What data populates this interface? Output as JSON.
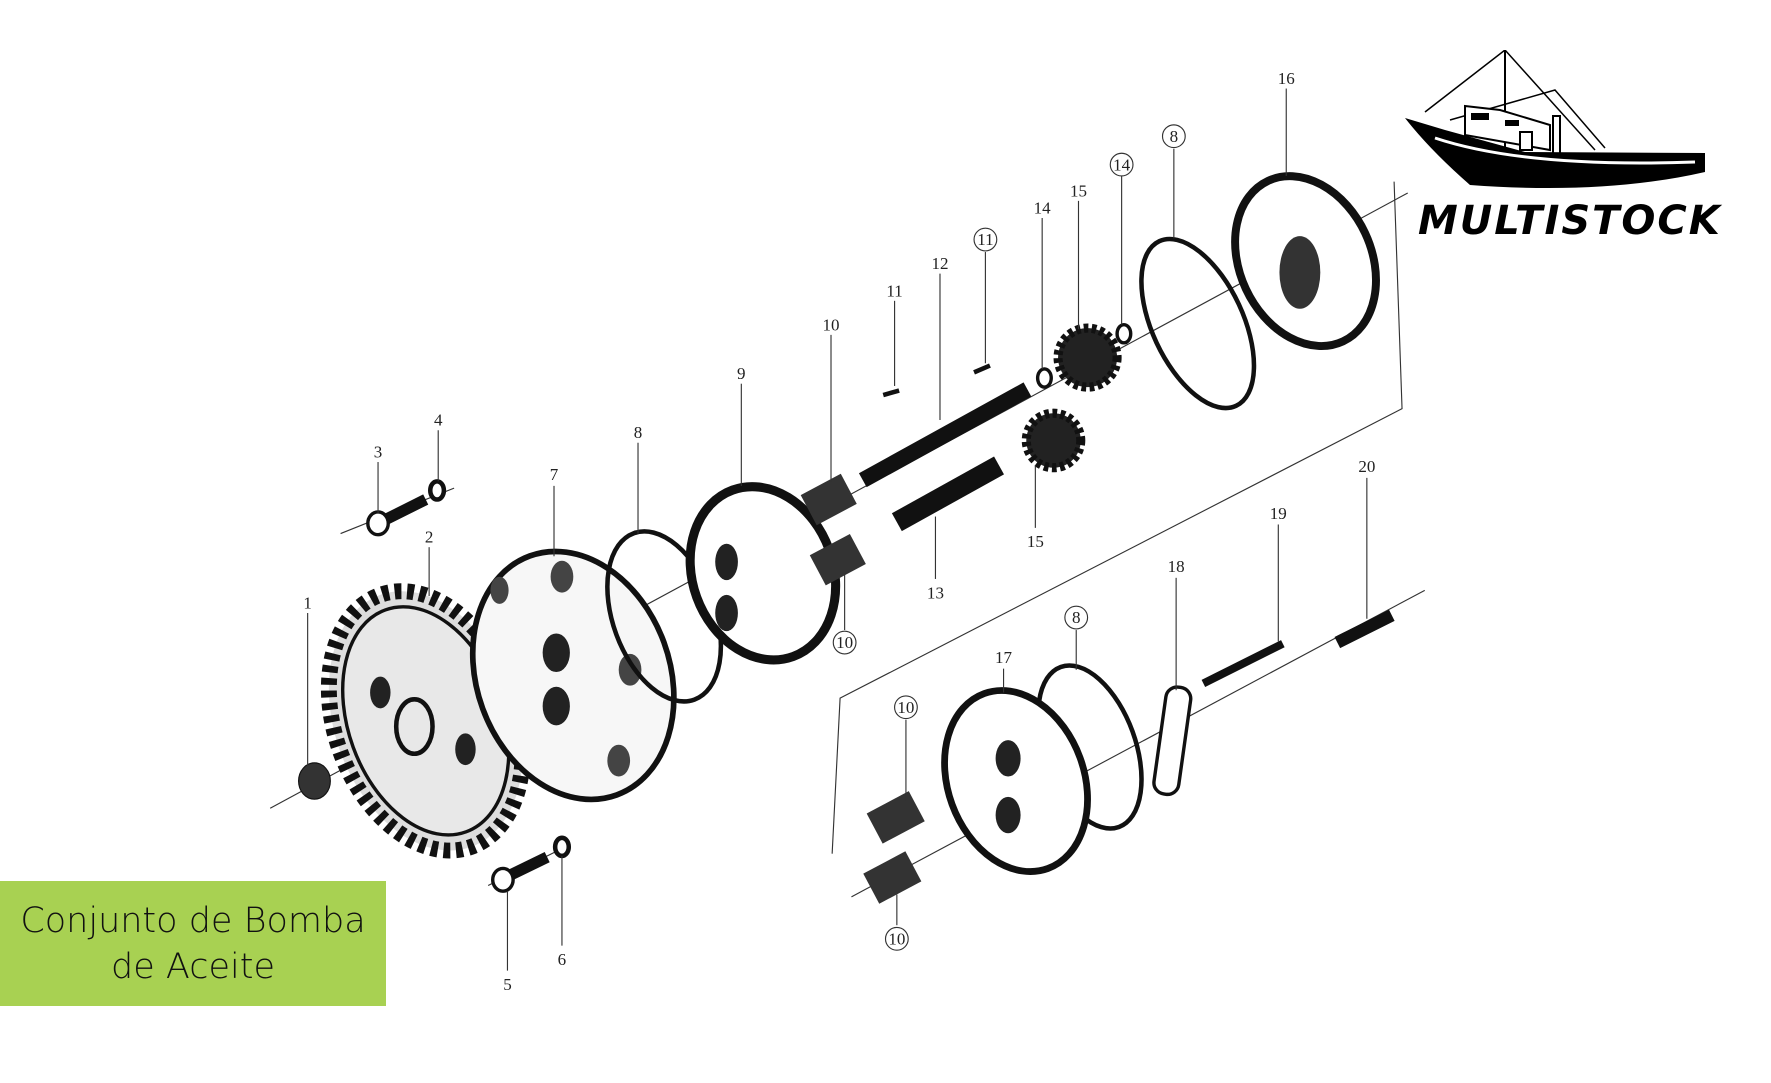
{
  "title": "Conjunto de Bomba de Aceite",
  "logo": {
    "text": "MULTISTOCK",
    "icon": "fishing-boat-icon"
  },
  "part_labels": [
    "1",
    "2",
    "3",
    "4",
    "5",
    "6",
    "7",
    "8",
    "9",
    "10",
    "11",
    "12",
    "11",
    "14",
    "15",
    "14",
    "8",
    "16",
    "15",
    "13",
    "10",
    "10",
    "17",
    "8",
    "18",
    "19",
    "20",
    "10"
  ],
  "colors": {
    "title_bg": "#a8d152",
    "ink": "#111111"
  }
}
